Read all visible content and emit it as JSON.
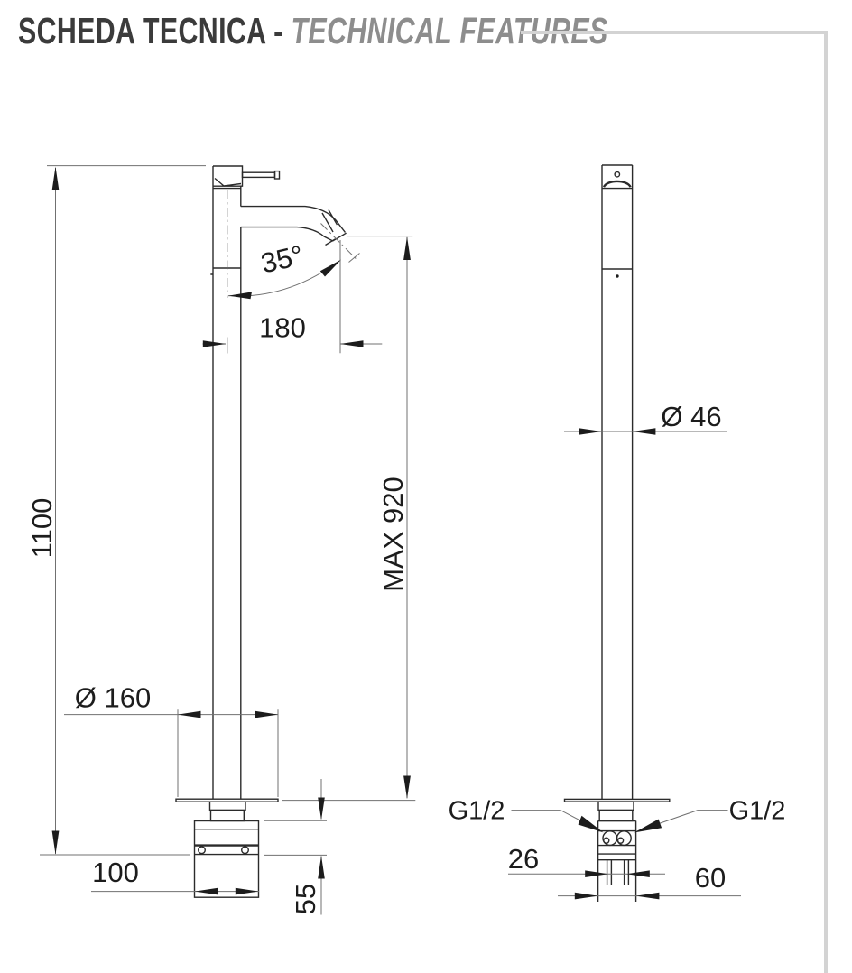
{
  "header": {
    "title_primary": "SCHEDA TECNICA -",
    "title_secondary": "TECHNICAL FEATURES",
    "colors": {
      "primary": "#3b3b3b",
      "secondary": "#8d8d8d",
      "rule": "#d3d3d3"
    }
  },
  "drawing": {
    "colors": {
      "object_line": "#2b2b2b",
      "dimension_line": "#707070",
      "label": "#1c1c1c",
      "background": "#ffffff"
    },
    "front_view": {
      "total_height": "1100",
      "spout_angle": "35°",
      "spout_reach": "180",
      "spout_max_height": "MAX 920",
      "base_plate_diameter": "Ø 160",
      "base_block_width": "100",
      "base_block_height": "55"
    },
    "side_view": {
      "column_diameter": "Ø 46",
      "inlet_left": "G1/2",
      "inlet_right": "G1/2",
      "inlet_spacing": "26",
      "base_block_width": "60"
    }
  }
}
